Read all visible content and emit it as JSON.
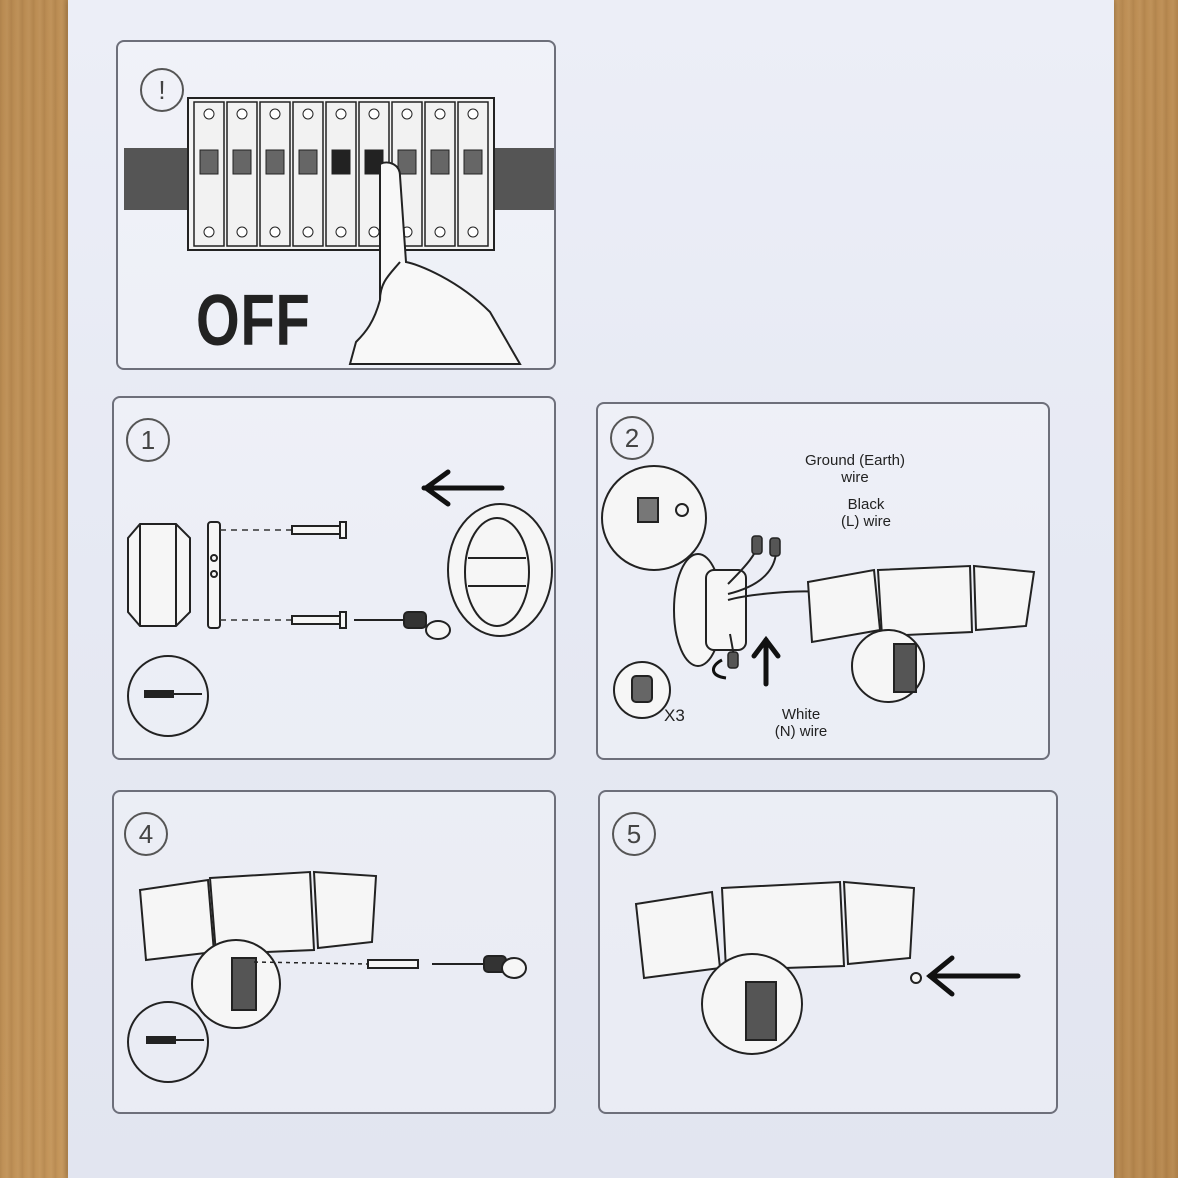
{
  "panels": {
    "warning": {
      "badge": "!",
      "text": "OFF"
    },
    "step1": {
      "badge": "1"
    },
    "step2": {
      "badge": "2",
      "ground_label": "Ground (Earth)\nwire",
      "black_label": "Black\n(L) wire",
      "white_label": "White\n(N) wire",
      "nut_count": "X3"
    },
    "step4": {
      "badge": "4"
    },
    "step5": {
      "badge": "5"
    }
  },
  "colors": {
    "line": "#2a2a2a",
    "paper": "#e8eaf4",
    "wood": "#bf9156"
  },
  "icons": [
    "hand-pointer-icon",
    "screwdriver-icon",
    "arrow-left-icon",
    "arrow-up-icon",
    "wire-nut-icon",
    "rotate-icon"
  ]
}
